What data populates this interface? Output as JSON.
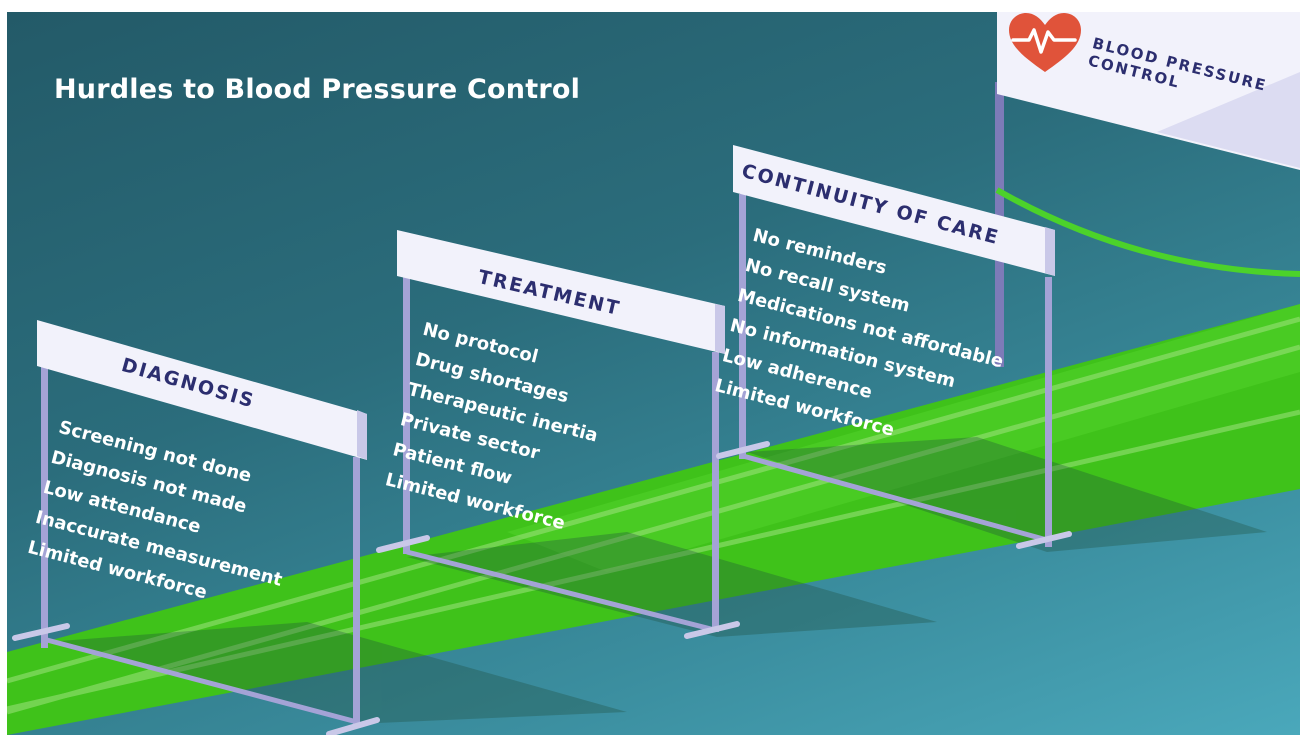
{
  "title": "Hurdles to Blood Pressure Control",
  "colors": {
    "background_dark": "#235a68",
    "background_light": "#4aa8bb",
    "track_green": "#3fc21a",
    "board_face": "#f2f2fb",
    "board_text": "#2c2e6f",
    "post": "#a4a3d6",
    "heart": "#e0533a",
    "finish_line": "#4cd22a"
  },
  "finish": {
    "label": "BLOOD PRESSURE\nCONTROL",
    "icon": "heart-pulse-icon"
  },
  "hurdles": [
    {
      "label": "DIAGNOSIS",
      "items": [
        "Screening not done",
        "Diagnosis not made",
        "Low attendance",
        "Inaccurate measurement",
        "Limited workforce"
      ]
    },
    {
      "label": "TREATMENT",
      "items": [
        "No protocol",
        "Drug shortages",
        "Therapeutic inertia",
        "Private sector",
        "Patient flow",
        "Limited workforce"
      ]
    },
    {
      "label": "CONTINUITY OF CARE",
      "items": [
        "No reminders",
        "No recall system",
        "Medications not affordable",
        "No information system",
        "Low adherence",
        "Limited workforce"
      ]
    }
  ]
}
